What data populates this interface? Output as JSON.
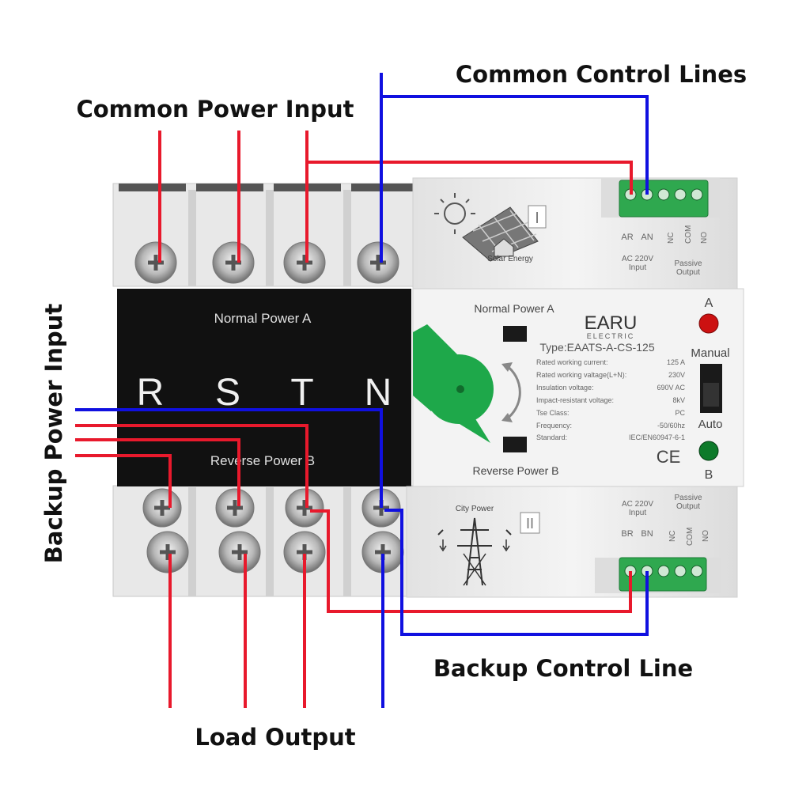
{
  "callouts": {
    "common_power_input": "Common Power Input",
    "common_control_lines": "Common Control Lines",
    "backup_power_input": "Backup Power Input",
    "backup_control_line": "Backup Control Line",
    "load_output": "Load Output"
  },
  "black_panel": {
    "top_label": "Normal Power A",
    "bottom_label": "Reverse Power B",
    "phases": [
      "R",
      "S",
      "T",
      "N"
    ]
  },
  "top_module": {
    "roman": "I",
    "logo_caption": "Solar Energy",
    "terminal_ar": "AR",
    "terminal_an": "AN",
    "ac_input": "AC 220V",
    "input_word": "Input",
    "nc": "NC",
    "com": "COM",
    "no": "NO",
    "passive": "Passive",
    "output": "Output"
  },
  "controller": {
    "normal_label": "Normal Power A",
    "reverse_label": "Reverse Power B",
    "brand": "EARU",
    "brand_sub": "ELECTRIC",
    "type": "Type:EAATS-A-CS-125",
    "specs": [
      {
        "k": "Rated working current:",
        "v": "125   A"
      },
      {
        "k": "Rated working valtage(L+N):",
        "v": "230V"
      },
      {
        "k": "Insulation voltage:",
        "v": "690V AC"
      },
      {
        "k": "Impact-resistant voltage:",
        "v": "8kV"
      },
      {
        "k": "Tse Class:",
        "v": "PC"
      },
      {
        "k": "Frequency:",
        "v": "-50/60hz"
      },
      {
        "k": "Standard:",
        "v": "IEC/EN60947-6-1"
      }
    ],
    "ce": "CE",
    "indicator_a": "A",
    "indicator_b": "B",
    "manual": "Manual",
    "auto": "Auto"
  },
  "bottom_module": {
    "roman": "II",
    "logo_caption": "City Power",
    "ac_input": "AC 220V",
    "input_word": "Input",
    "terminal_br": "BR",
    "terminal_bn": "BN",
    "passive": "Passive",
    "output": "Output",
    "nc": "NC",
    "com": "COM",
    "no": "NO"
  },
  "colors": {
    "red_wire": "#e8192c",
    "blue_wire": "#1010e0",
    "green_knob": "#1ea84a",
    "terminal_green": "#2fa84f",
    "black_panel": "#111111",
    "led_red": "#cc1111",
    "led_green": "#0d7a2a"
  }
}
